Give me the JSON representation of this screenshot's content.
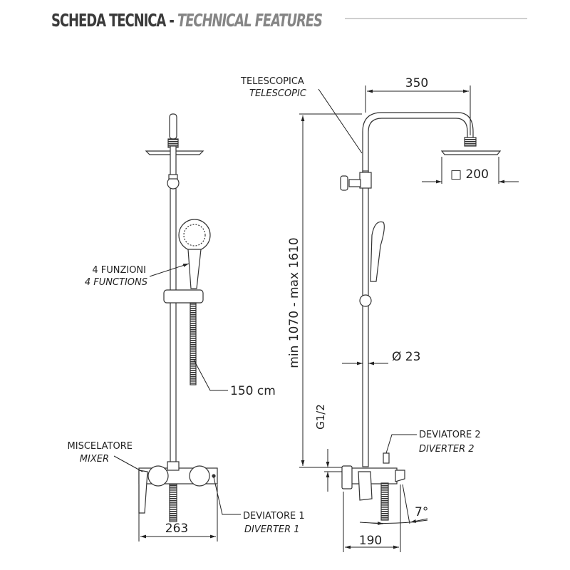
{
  "header": {
    "title_it": "SCHEDA TECNICA -",
    "title_en": "TECHNICAL FEATURES"
  },
  "left_view": {
    "functions_it": "4 FUNZIONI",
    "functions_en": "4 FUNCTIONS",
    "hose_length": "150 cm",
    "mixer_it": "MISCELATORE",
    "mixer_en": "MIXER",
    "diverter1_it": "DEVIATORE 1",
    "diverter1_en": "DIVERTER 1",
    "width_dim": "263"
  },
  "right_view": {
    "telescopic_it": "TELESCOPICA",
    "telescopic_en": "TELESCOPIC",
    "arm_dim": "350",
    "head_dim": "□ 200",
    "height_dim": "min 1070 - max 1610",
    "pipe_dim": "Ø 23",
    "thread_dim": "G1/2",
    "diverter2_it": "DEVIATORE  2",
    "diverter2_en": "DIVERTER 2",
    "angle_dim": "7°",
    "depth_dim": "190"
  }
}
